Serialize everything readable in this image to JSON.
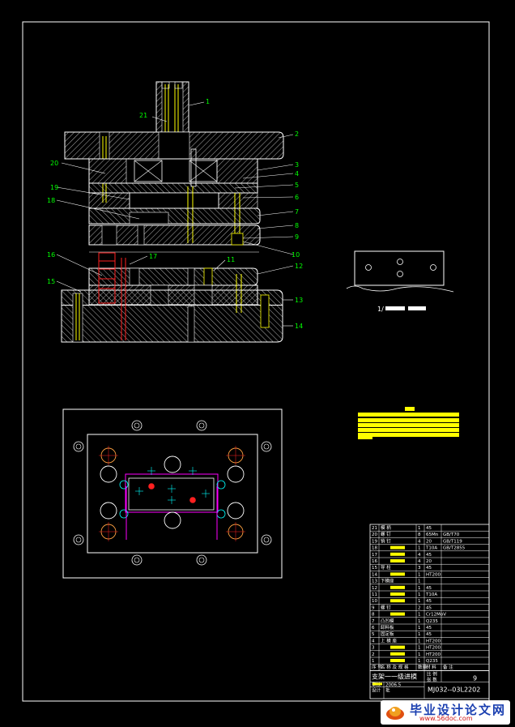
{
  "colors": {
    "background": "#000000",
    "frame": "#ffffff",
    "hatch": "#ffffff",
    "label": "#00ff00",
    "leader": "#ffffff",
    "bolt": "#ffff00",
    "punch": "#ff2020",
    "circle": "#ffffff",
    "center": "#00ffff",
    "note": "#ffff00",
    "magenta": "#ff00ff"
  },
  "part_labels": [
    "1",
    "2",
    "3",
    "4",
    "5",
    "6",
    "7",
    "8",
    "9",
    "10",
    "11",
    "12",
    "13",
    "14",
    "15",
    "16",
    "17",
    "18",
    "19",
    "20",
    "21"
  ],
  "strip_scale": "1/",
  "bom": {
    "rows": [
      {
        "no": "21",
        "name": "模 柄",
        "qty": "1",
        "mat": "45",
        "std": ""
      },
      {
        "no": "20",
        "name": "螺 钉",
        "qty": "8",
        "mat": "65Mn",
        "std": "GB/T70"
      },
      {
        "no": "19",
        "name": "销 钉",
        "qty": "4",
        "mat": "20",
        "std": "GB/T119"
      },
      {
        "no": "18",
        "name": "",
        "qty": "1",
        "mat": "T10A",
        "std": "GB/T2855"
      },
      {
        "no": "17",
        "name": "",
        "qty": "4",
        "mat": "45",
        "std": ""
      },
      {
        "no": "16",
        "name": "",
        "qty": "4",
        "mat": "20",
        "std": ""
      },
      {
        "no": "15",
        "name": "导 柱",
        "qty": "3",
        "mat": "45",
        "std": ""
      },
      {
        "no": "14",
        "name": "",
        "qty": "1",
        "mat": "HT200",
        "std": ""
      },
      {
        "no": "13",
        "name": "下模座",
        "qty": "1",
        "mat": "",
        "std": ""
      },
      {
        "no": "12",
        "name": "",
        "qty": "1",
        "mat": "45",
        "std": ""
      },
      {
        "no": "11",
        "name": "",
        "qty": "1",
        "mat": "T10A",
        "std": ""
      },
      {
        "no": "10",
        "name": "",
        "qty": "1",
        "mat": "45",
        "std": ""
      },
      {
        "no": "9",
        "name": "螺 钉",
        "qty": "2",
        "mat": "45",
        "std": ""
      },
      {
        "no": "8",
        "name": "",
        "qty": "1",
        "mat": "Cr12MoV",
        "std": ""
      },
      {
        "no": "7",
        "name": "凸凹模",
        "qty": "1",
        "mat": "Q235",
        "std": ""
      },
      {
        "no": "6",
        "name": "卸料板",
        "qty": "1",
        "mat": "45",
        "std": ""
      },
      {
        "no": "5",
        "name": "固定板",
        "qty": "1",
        "mat": "45",
        "std": ""
      },
      {
        "no": "4",
        "name": "上 模 座",
        "qty": "1",
        "mat": "HT200",
        "std": ""
      },
      {
        "no": "3",
        "name": "",
        "qty": "1",
        "mat": "HT200",
        "std": ""
      },
      {
        "no": "2",
        "name": "",
        "qty": "1",
        "mat": "HT200",
        "std": ""
      },
      {
        "no": "1",
        "name": "",
        "qty": "1",
        "mat": "Q235",
        "std": ""
      }
    ],
    "header": {
      "no": "序 号",
      "name": "名 称 及 规 格",
      "qty": "数量",
      "mat": "材 料",
      "std": "备 注"
    }
  },
  "title_block": {
    "drawing_name": "支架一一级进模",
    "sheet_label": "张 数",
    "sheet_count": "9",
    "scale_label": "比 例",
    "date": "2006.5",
    "role_design": "审核",
    "role_check": "设计",
    "role_approve": "批",
    "drawing_no": "MJ032--03L2202"
  },
  "watermark": {
    "text": "毕业设计论文网",
    "url": "www.56doc.com"
  }
}
